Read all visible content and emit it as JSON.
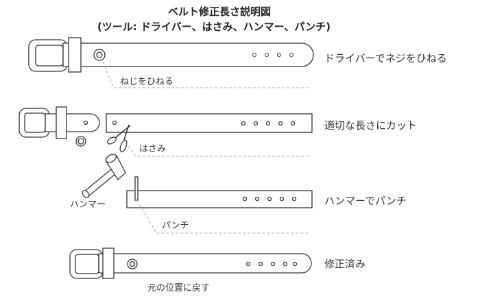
{
  "title": "ベルト修正長さ説明図",
  "subtitle": "(ツール: ドライバー、はさみ、ハンマー、パンチ)",
  "steps": [
    {
      "instruction": "ドライバーでネジをひねる",
      "label": "ねじをひねる"
    },
    {
      "instruction": "適切な長さにカット",
      "label": "はさみ"
    },
    {
      "instruction": "ハンマーでパンチ",
      "label": "パンチ",
      "tool_label": "ハンマー"
    },
    {
      "instruction": "修正済み",
      "label": "元の位置に戻す"
    }
  ]
}
